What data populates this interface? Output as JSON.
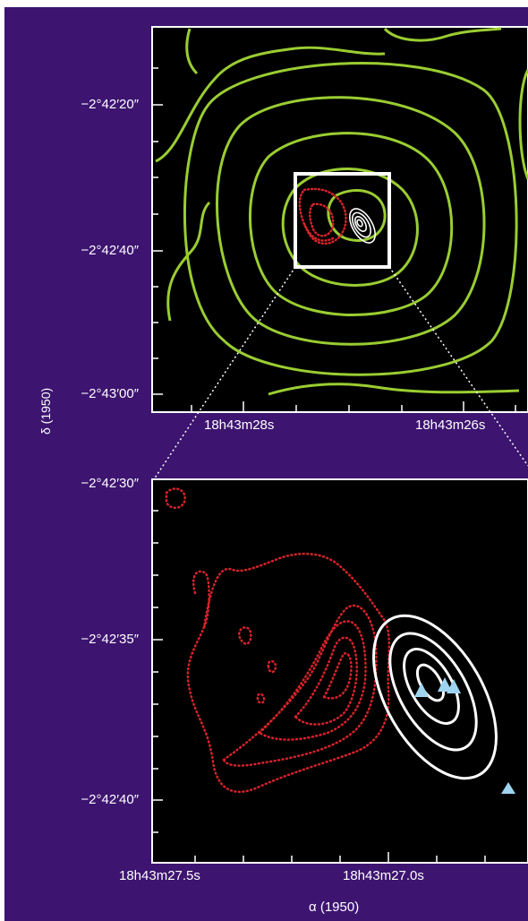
{
  "figure": {
    "top_panel": {
      "y_ticks": [
        "−2°42′20″",
        "−2°42′40″",
        "−2°43′00″"
      ],
      "x_ticks": [
        "18h43m28s",
        "18h43m26s"
      ]
    },
    "bottom_panel": {
      "y_ticks": [
        "−2°42′30″",
        "−2°42′35″",
        "−2°42′40″"
      ],
      "x_ticks": [
        "18h43m27.5s",
        "18h43m27.0s"
      ]
    },
    "y_axis_label": "δ (1950)",
    "x_axis_label": "α (1950)",
    "colors": {
      "background": "#3d1470",
      "panel": "#000000",
      "green_contours": "#9acd32",
      "red_contours": "#d6232a",
      "white_contours": "#ffffff",
      "triangles": "#9fd4f0"
    }
  }
}
